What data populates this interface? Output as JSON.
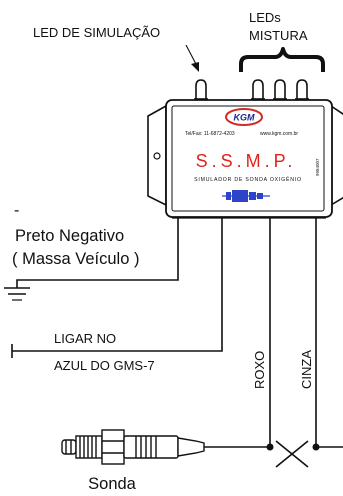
{
  "labels": {
    "led_simulacao": "LED DE SIMULAÇÃO",
    "leds_line1": "LEDs",
    "leds_line2": "MISTURA",
    "preto_negativo": "Preto Negativo",
    "massa_veiculo": "( Massa Veículo )",
    "minus_sign": "-",
    "ligar_no": "LIGAR NO",
    "azul_gms": "AZUL DO GMS-7",
    "roxo": "ROXO",
    "cinza": "CINZA",
    "sonda": "Sonda"
  },
  "device": {
    "brand_logo": "KGM",
    "contact": "Tel/Fax: 11-6872-4203",
    "website": "www.kgm.com.br",
    "product_code": "SSMP",
    "side_code": "9984007",
    "title": "S.S.M.P.",
    "subtitle": "SIMULADOR DE SONDA OXIGÊNIO"
  },
  "colors": {
    "title_red": "#e0241b",
    "logo_blue": "#1b2a8f",
    "logo_red": "#d32b23",
    "connector_blue": "#2d43c8",
    "line": "#111111"
  },
  "icons": [
    "led-icon",
    "ground-icon",
    "oxygen-sensor-icon",
    "wire-cross-icon",
    "connector-icon"
  ]
}
